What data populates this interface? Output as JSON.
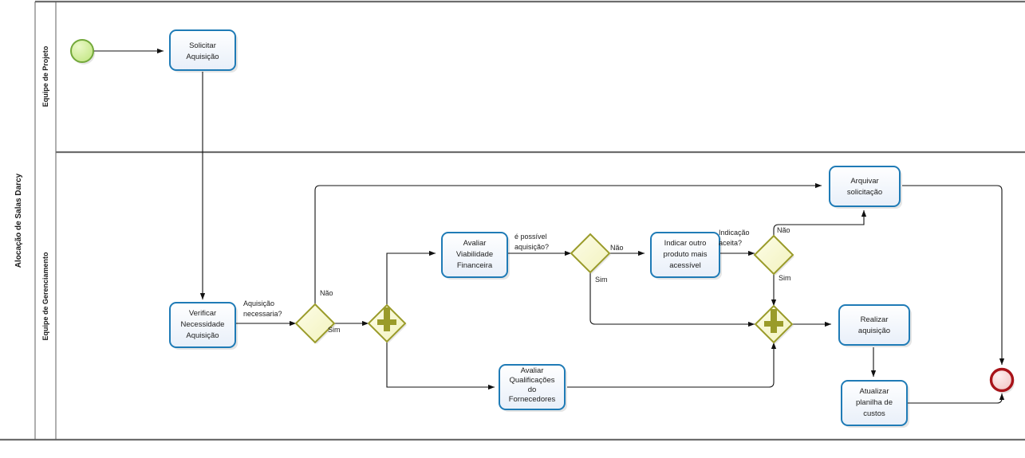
{
  "diagram": {
    "type": "bpmn-process-diagram",
    "pool": {
      "name": "Alocação de Salas Darcy"
    },
    "lanes": [
      {
        "id": "lane-projeto",
        "name": "Equipe de Projeto"
      },
      {
        "id": "lane-gerenciamento",
        "name": "Equipe de Gerenciamento"
      }
    ],
    "colors": {
      "task_border": "#1f7bb6",
      "task_fill": "#f3f7fc",
      "gateway_border": "#9a9b2a",
      "gateway_fill": "#f7f7d0",
      "start_event_border": "#73a83a",
      "start_event_fill": "#d6ef9a",
      "end_event_border": "#a81319",
      "end_event_fill": "#f9d7d7",
      "flow_line": "#111111",
      "pool_line": "#6d6d6d"
    },
    "events": [
      {
        "id": "start",
        "kind": "start-event",
        "lane": "lane-projeto",
        "label": ""
      },
      {
        "id": "end",
        "kind": "end-event",
        "lane": "lane-gerenciamento",
        "label": ""
      }
    ],
    "tasks": [
      {
        "id": "t-solicitar",
        "lane": "lane-projeto",
        "lines": [
          "Solicitar",
          "Aquisição"
        ]
      },
      {
        "id": "t-verificar",
        "lane": "lane-gerenciamento",
        "lines": [
          "Verificar",
          "Necessidade",
          "Aquisição"
        ]
      },
      {
        "id": "t-viabilidade",
        "lane": "lane-gerenciamento",
        "lines": [
          "Avaliar",
          "Viabilidade",
          "Financeira"
        ]
      },
      {
        "id": "t-qualificacoes",
        "lane": "lane-gerenciamento",
        "lines": [
          "Avaliar",
          "Qualificações",
          "do",
          "Fornecedores"
        ]
      },
      {
        "id": "t-indicar",
        "lane": "lane-gerenciamento",
        "lines": [
          "Indicar outro",
          "produto mais",
          "acessível"
        ]
      },
      {
        "id": "t-arquivar",
        "lane": "lane-gerenciamento",
        "lines": [
          "Arquivar",
          "solicitação"
        ]
      },
      {
        "id": "t-realizar",
        "lane": "lane-gerenciamento",
        "lines": [
          "Realizar",
          "aquisição"
        ]
      },
      {
        "id": "t-atualizar",
        "lane": "lane-gerenciamento",
        "lines": [
          "Atualizar",
          "planilha de",
          "custos"
        ]
      }
    ],
    "gateways": [
      {
        "id": "gw-necessaria",
        "kind": "exclusive",
        "question": "Aquisição\nnecessaria?",
        "question_lines": [
          "Aquisição",
          "necessaria?"
        ]
      },
      {
        "id": "gw-split",
        "kind": "parallel",
        "question_lines": []
      },
      {
        "id": "gw-possivel",
        "kind": "exclusive",
        "question_lines": [
          "é possível",
          "aquisição?"
        ]
      },
      {
        "id": "gw-indicacao",
        "kind": "exclusive",
        "question_lines": [
          "Indicação",
          "aceita?"
        ]
      },
      {
        "id": "gw-join",
        "kind": "parallel",
        "question_lines": []
      }
    ],
    "flow_labels": {
      "necessaria_nao": "Não",
      "necessaria_sim": "Sim",
      "possivel_nao": "Não",
      "possivel_sim": "Sim",
      "indicacao_nao": "Não",
      "indicacao_sim": "Sim"
    }
  }
}
